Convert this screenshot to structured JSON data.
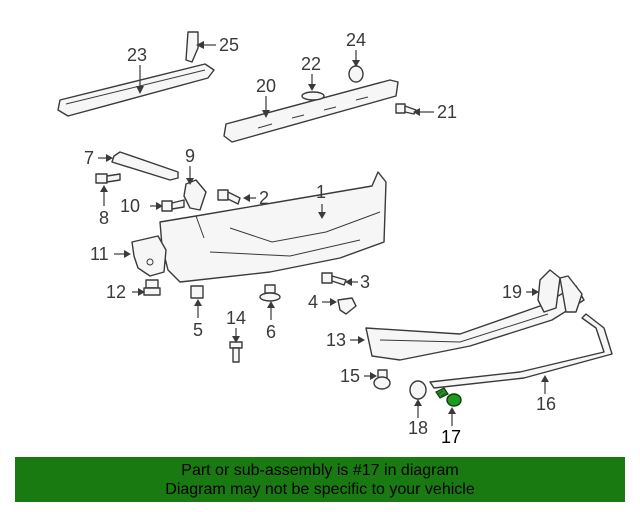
{
  "callouts": [
    "1",
    "2",
    "3",
    "4",
    "5",
    "6",
    "7",
    "8",
    "9",
    "10",
    "11",
    "12",
    "13",
    "14",
    "15",
    "16",
    "17",
    "18",
    "19",
    "20",
    "21",
    "22",
    "23",
    "24",
    "25"
  ],
  "highlighted_part": "17",
  "colors": {
    "banner": "#1a7a12",
    "highlight": "#1e9a1e",
    "line": "#3a3a3a"
  },
  "banner": {
    "line1": "Part or sub-assembly is #17 in diagram",
    "line2": "Diagram may not be specific to your vehicle"
  }
}
